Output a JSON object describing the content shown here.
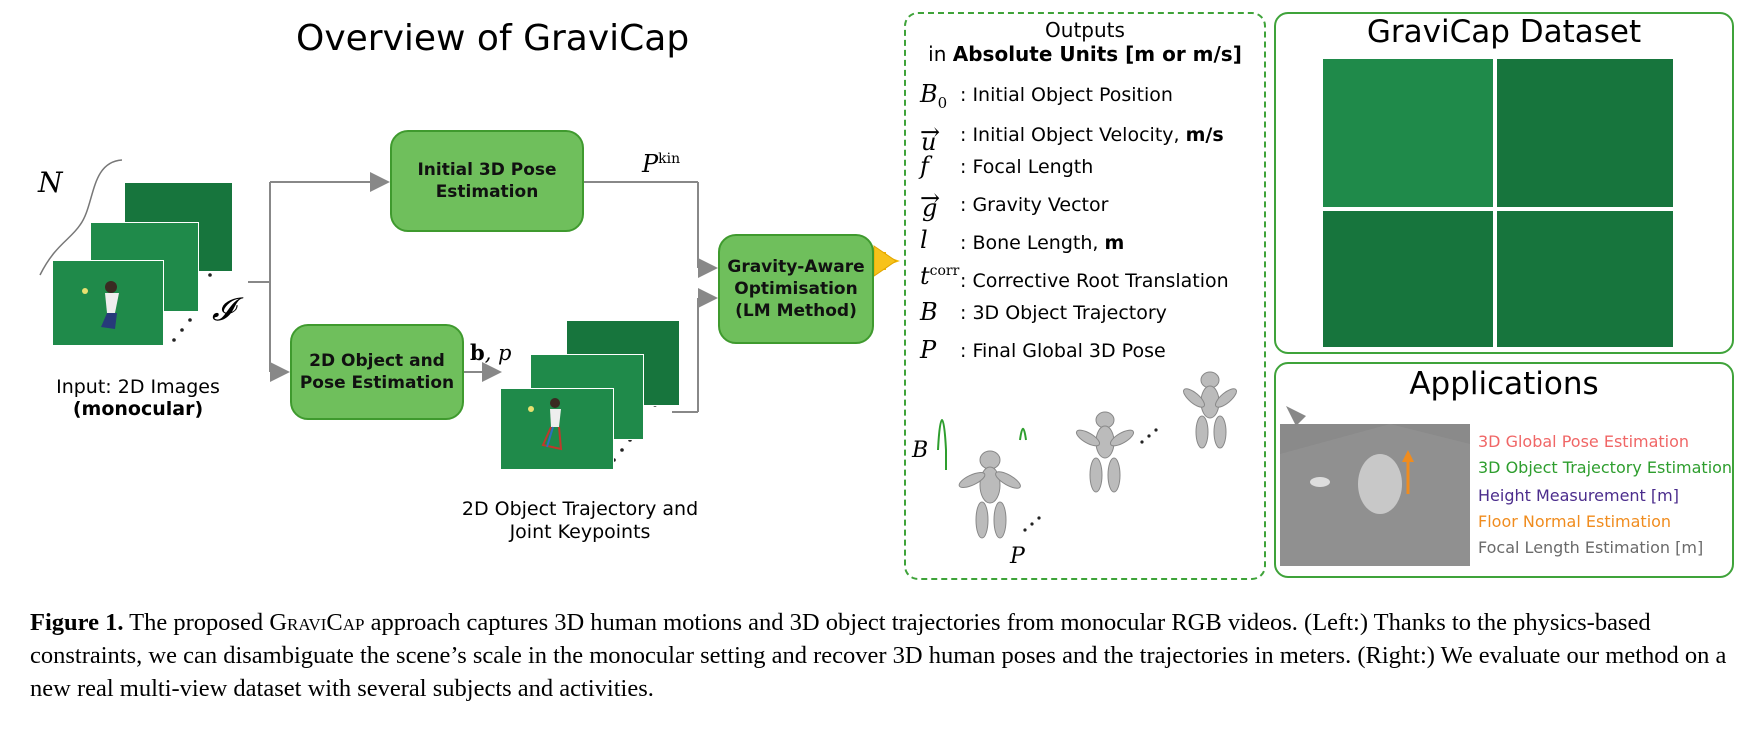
{
  "title": "Overview of GraviCap",
  "input": {
    "n_label": "N",
    "i_label": "𝓘",
    "caption_line1": "Input: 2D Images",
    "caption_line2": "(monocular)"
  },
  "boxes": {
    "initial_pose": "Initial 3D Pose Estimation",
    "object_pose": "2D Object and Pose Estimation",
    "gravity": "Gravity-Aware Optimisation (LM Method)"
  },
  "edge_labels": {
    "pkin_base": "P",
    "pkin_sup": "kin",
    "bp_b": "b",
    "bp_rest": ", p"
  },
  "trajectory_caption": {
    "line1": "2D Object Trajectory and",
    "line2": "Joint Keypoints"
  },
  "outputs": {
    "header_line1": "Outputs",
    "header_line2_prefix": "in ",
    "header_line2_bold": "Absolute Units [m or m/s]",
    "items": [
      {
        "symbol": "B",
        "sub": "0",
        "text": ": Initial Object Position",
        "bold": ""
      },
      {
        "symbol": "u",
        "sub": "",
        "text": ": Initial Object Velocity, ",
        "bold": "m/s"
      },
      {
        "symbol": "f",
        "sub": "",
        "text": ": Focal Length",
        "bold": ""
      },
      {
        "symbol": "g",
        "sub": "",
        "text": ": Gravity Vector",
        "bold": ""
      },
      {
        "symbol": "l",
        "sub": "",
        "text": ": Bone Length, ",
        "bold": "m"
      },
      {
        "symbol": "t",
        "sub": "corr",
        "text": ": Corrective Root Translation",
        "bold": ""
      },
      {
        "symbol": "B",
        "sub": "",
        "text": ": 3D Object Trajectory",
        "bold": ""
      },
      {
        "symbol": "P",
        "sub": "",
        "text": ": Final Global 3D Pose",
        "bold": ""
      }
    ],
    "figure_b": "B",
    "figure_p": "P"
  },
  "dataset": {
    "title": "GraviCap Dataset"
  },
  "applications": {
    "title": "Applications",
    "items": [
      {
        "text": "3D Global Pose Estimation",
        "color": "#f06666"
      },
      {
        "text": "3D Object Trajectory Estimation",
        "color": "#2e9e2e"
      },
      {
        "text": "Height Measurement [m]",
        "color": "#4b2c8c"
      },
      {
        "text": "Floor Normal Estimation",
        "color": "#f08c1e"
      },
      {
        "text": "Focal Length Estimation [m]",
        "color": "#6a6a6a"
      }
    ]
  },
  "caption": {
    "label": "Figure 1.",
    "t1": " The proposed ",
    "name": "GraviCap",
    "t2": " approach captures 3D human motions and 3D object trajectories from monocular RGB videos. (Left:) Thanks to the physics-based constraints, we can disambiguate the scene’s scale in the monocular setting and recover 3D human poses and the trajectories in meters. (Right:) We evaluate our method on a new real multi-view dataset with several subjects and activities."
  }
}
